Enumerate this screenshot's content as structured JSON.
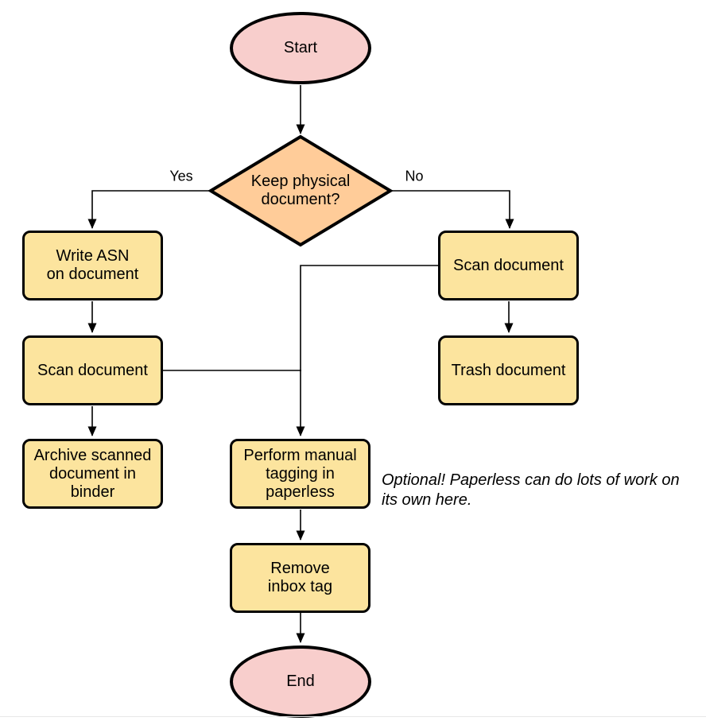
{
  "palette": {
    "terminal_fill": "#F8CECC",
    "decision_fill": "#FFCC99",
    "process_fill": "#FCE49E",
    "stroke": "#000000",
    "divider": "#E8E8E8",
    "bg": "#FFFFFF"
  },
  "nodes": {
    "start": {
      "label": "Start",
      "type": "terminal"
    },
    "decision": {
      "label": "Keep physical\ndocument?",
      "type": "decision"
    },
    "write_asn": {
      "label": "Write ASN\non document",
      "type": "process"
    },
    "scan_left": {
      "label": "Scan document",
      "type": "process"
    },
    "archive": {
      "label": "Archive scanned\ndocument in\nbinder",
      "type": "process"
    },
    "scan_right": {
      "label": "Scan document",
      "type": "process"
    },
    "trash": {
      "label": "Trash document",
      "type": "process"
    },
    "perform_tagging": {
      "label": "Perform manual\ntagging in\npaperless",
      "type": "process"
    },
    "remove_inbox": {
      "label": "Remove\ninbox tag",
      "type": "process"
    },
    "end": {
      "label": "End",
      "type": "terminal"
    }
  },
  "edges": {
    "yes_label": "Yes",
    "no_label": "No"
  },
  "annotation": {
    "text": "Optional! Paperless can do lots of work on\nits own here."
  }
}
